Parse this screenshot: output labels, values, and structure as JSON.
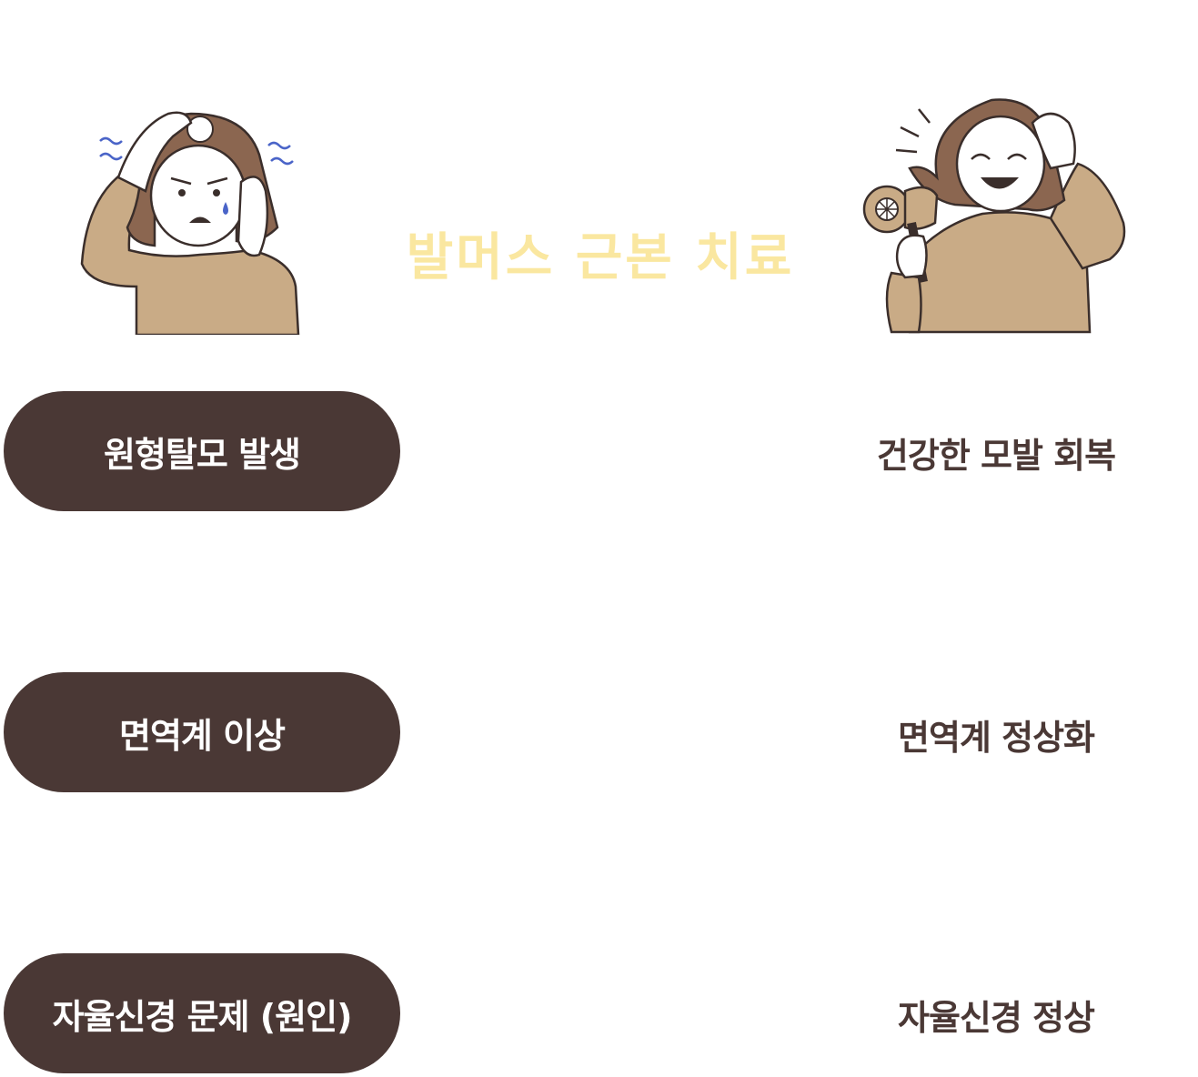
{
  "title": "발머스 근본 치료",
  "problems": [
    {
      "label": "원형탈모 발생"
    },
    {
      "label": "면역계 이상"
    },
    {
      "label": "자율신경 문제 (원인)"
    }
  ],
  "results": [
    {
      "label": "건강한 모발 회복"
    },
    {
      "label": "면역계 정상화"
    },
    {
      "label": "자율신경 정상"
    }
  ],
  "colors": {
    "pill_background": "#4a3835",
    "pill_text": "#ffffff",
    "result_text": "#4a3835",
    "title_text": "#fae7a0",
    "sweater": "#c9ab86",
    "hair": "#8b6650",
    "skin": "#ffffff",
    "accent_blue": "#4a64c8"
  },
  "icons": {
    "left_illustration": "worried-woman-hair-loss-icon",
    "right_illustration": "happy-woman-hairdryer-icon"
  }
}
